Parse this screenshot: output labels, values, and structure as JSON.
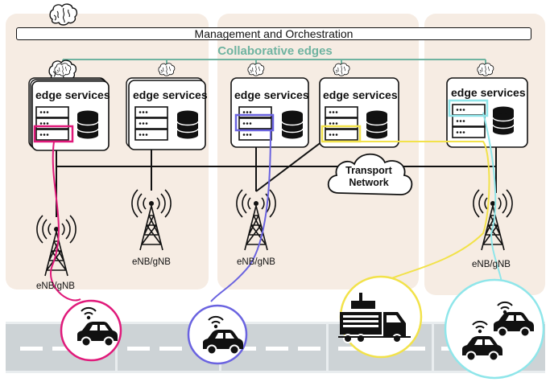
{
  "management": {
    "label": "Management and Orchestration",
    "icon": "brain-icon"
  },
  "collaborative": {
    "label": "Collaborative edges",
    "color": "#6fb3a0"
  },
  "edge_nodes": [
    {
      "label": "edge services"
    },
    {
      "label": "edge services"
    },
    {
      "label": "edge services"
    },
    {
      "label": "edge services"
    },
    {
      "label": "edge services"
    }
  ],
  "transport": {
    "line1": "Transport",
    "line2": "Network"
  },
  "base_stations": [
    {
      "label": "eNB/gNB"
    },
    {
      "label": "eNB/gNB"
    },
    {
      "label": "eNB/gNB"
    },
    {
      "label": "eNB/gNB"
    }
  ],
  "colors": {
    "region_bg": "#f6ece3",
    "magenta": "#e0197a",
    "violet": "#6a63e0",
    "yellow": "#f2e24a",
    "cyan": "#8fe6ea",
    "road": "#cdd3d6"
  }
}
